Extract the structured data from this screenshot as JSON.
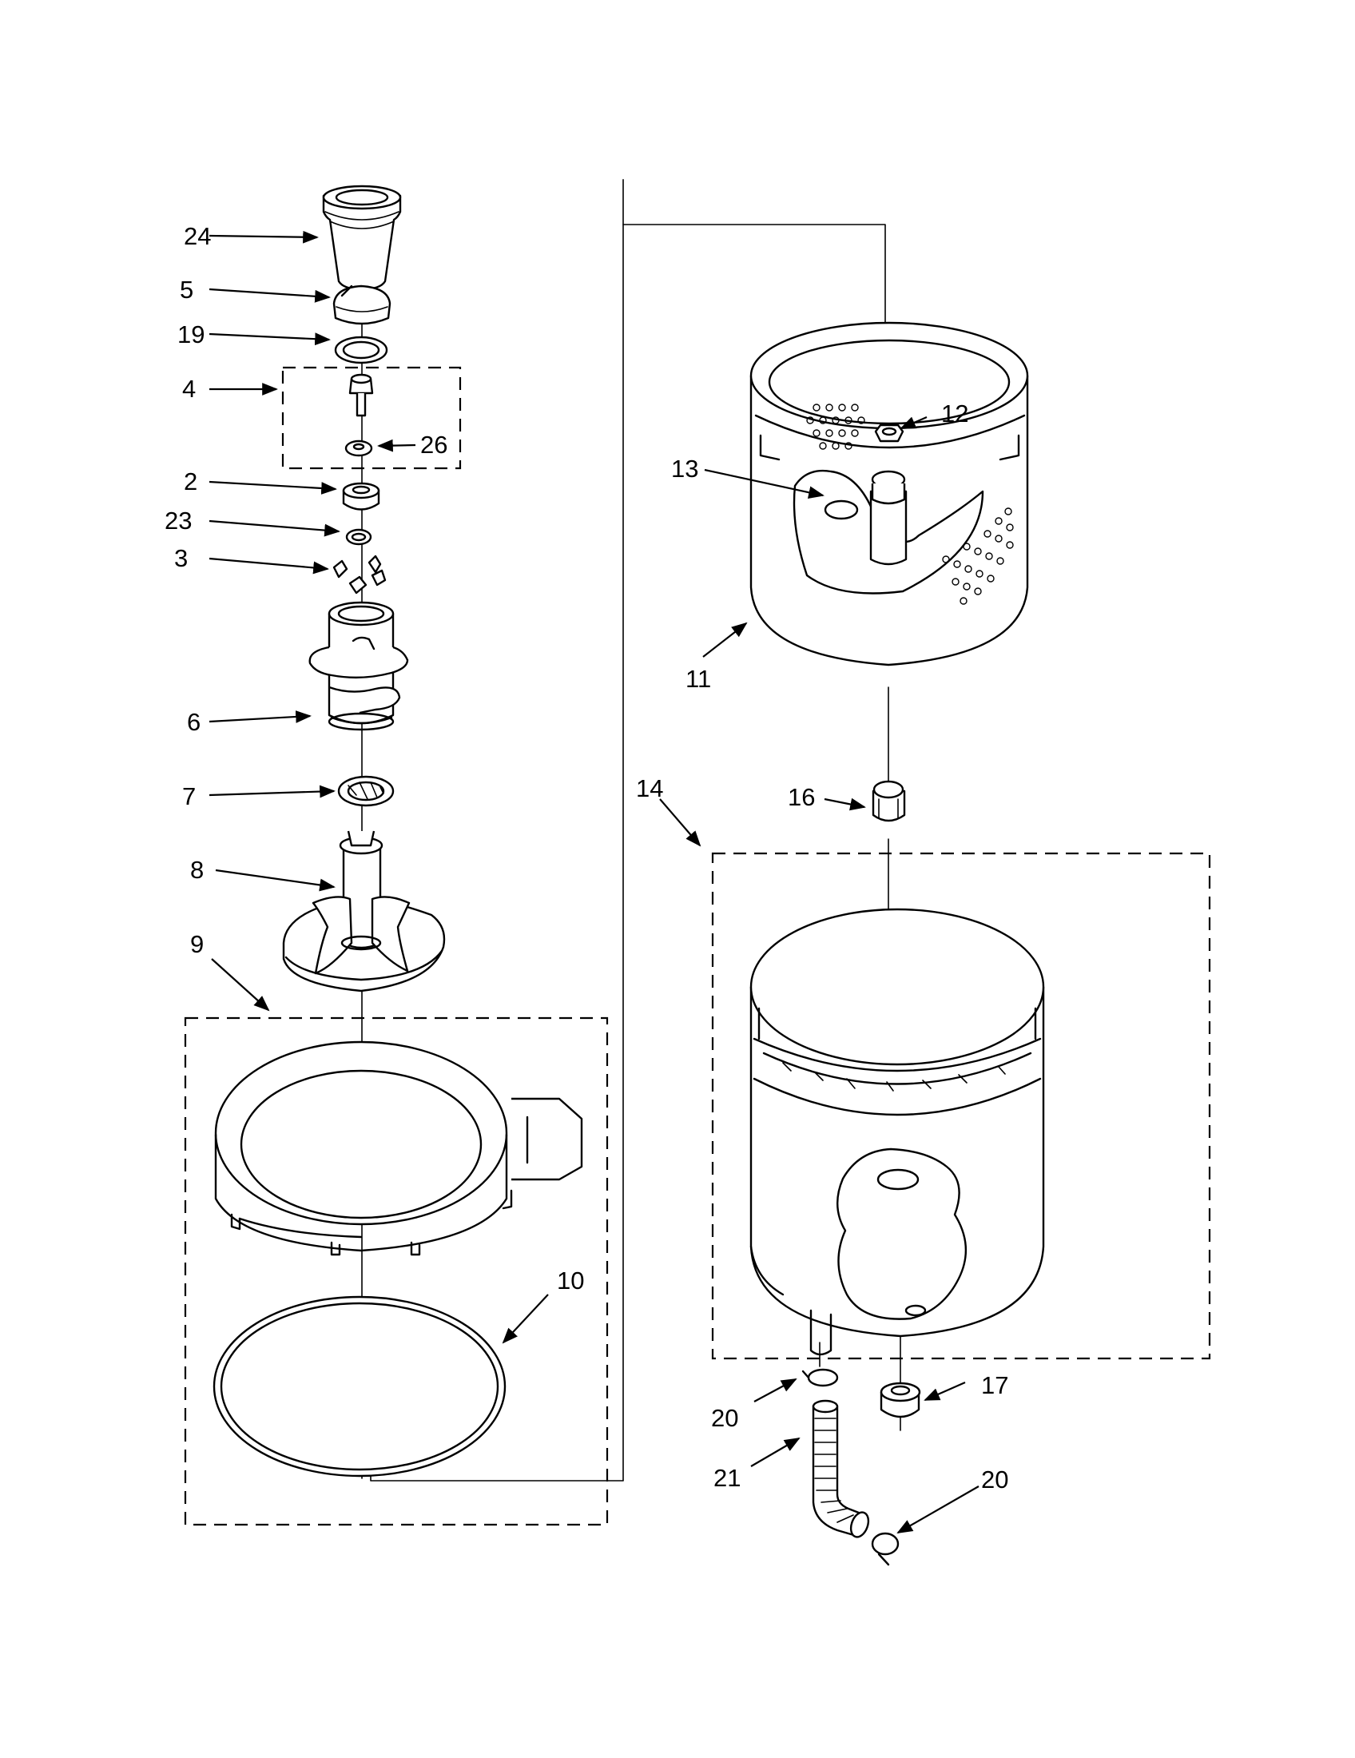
{
  "callouts": [
    {
      "id": "24",
      "label": "24"
    },
    {
      "id": "5",
      "label": "5"
    },
    {
      "id": "19",
      "label": "19"
    },
    {
      "id": "4",
      "label": "4"
    },
    {
      "id": "26",
      "label": "26"
    },
    {
      "id": "2",
      "label": "2"
    },
    {
      "id": "23",
      "label": "23"
    },
    {
      "id": "3",
      "label": "3"
    },
    {
      "id": "6",
      "label": "6"
    },
    {
      "id": "7",
      "label": "7"
    },
    {
      "id": "8",
      "label": "8"
    },
    {
      "id": "9",
      "label": "9"
    },
    {
      "id": "10",
      "label": "10"
    },
    {
      "id": "11",
      "label": "11"
    },
    {
      "id": "12",
      "label": "12"
    },
    {
      "id": "13",
      "label": "13"
    },
    {
      "id": "14",
      "label": "14"
    },
    {
      "id": "16",
      "label": "16"
    },
    {
      "id": "17",
      "label": "17"
    },
    {
      "id": "20a",
      "label": "20"
    },
    {
      "id": "20b",
      "label": "20"
    },
    {
      "id": "21",
      "label": "21"
    }
  ],
  "icons": {
    "part_drawing": "exploded-parts-drawing",
    "leader_arrow": "arrow-icon"
  }
}
